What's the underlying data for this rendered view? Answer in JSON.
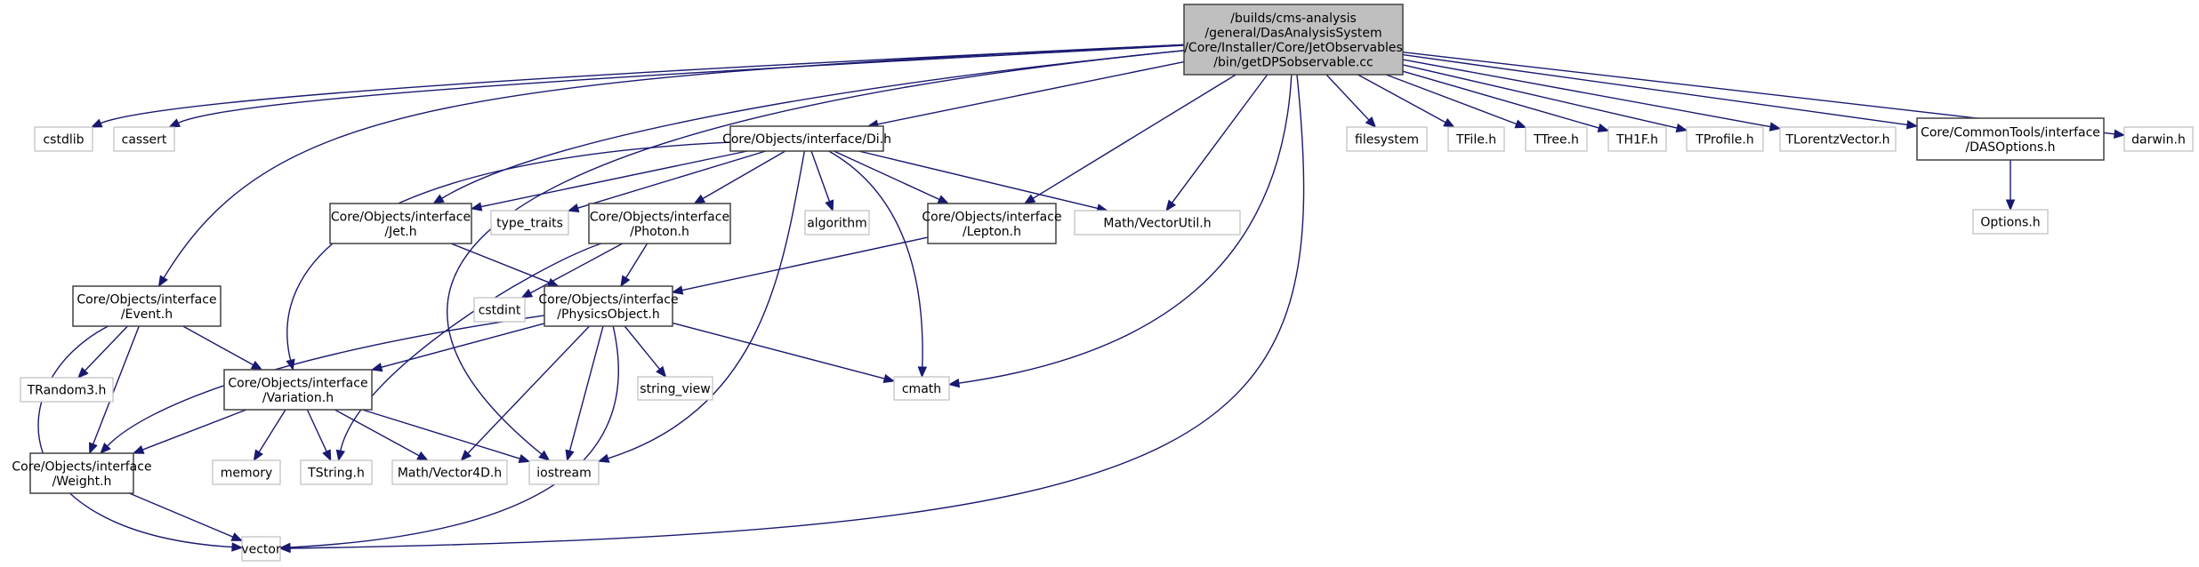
{
  "title": "Include dependency graph for getDPSobservable.cc",
  "colors": {
    "edge": "#191970",
    "root_fill": "#bfbfbf",
    "root_border": "#404040",
    "documented_border": "#404040",
    "external_border": "#bfbfbf",
    "text": "#000000"
  },
  "nodes": [
    {
      "id": "root",
      "kind": "root",
      "lines": [
        "/builds/cms-analysis",
        "/general/DasAnalysisSystem",
        "/Core/Installer/Core/JetObservables",
        "/bin/getDPSobservable.cc"
      ]
    },
    {
      "id": "cstdlib",
      "kind": "external",
      "lines": [
        "cstdlib"
      ]
    },
    {
      "id": "cassert",
      "kind": "external",
      "lines": [
        "cassert"
      ]
    },
    {
      "id": "event",
      "kind": "documented",
      "lines": [
        "Core/Objects/interface",
        "/Event.h"
      ]
    },
    {
      "id": "trandom3",
      "kind": "external",
      "lines": [
        "TRandom3.h"
      ]
    },
    {
      "id": "variation",
      "kind": "documented",
      "lines": [
        "Core/Objects/interface",
        "/Variation.h"
      ]
    },
    {
      "id": "weight",
      "kind": "documented",
      "lines": [
        "Core/Objects/interface",
        "/Weight.h"
      ]
    },
    {
      "id": "vector",
      "kind": "external",
      "lines": [
        "vector"
      ]
    },
    {
      "id": "memory",
      "kind": "external",
      "lines": [
        "memory"
      ]
    },
    {
      "id": "tstring",
      "kind": "external",
      "lines": [
        "TString.h"
      ]
    },
    {
      "id": "vector4d",
      "kind": "external",
      "lines": [
        "Math/Vector4D.h"
      ]
    },
    {
      "id": "iostream",
      "kind": "external",
      "lines": [
        "iostream"
      ]
    },
    {
      "id": "jet",
      "kind": "documented",
      "lines": [
        "Core/Objects/interface",
        "/Jet.h"
      ]
    },
    {
      "id": "type_traits",
      "kind": "external",
      "lines": [
        "type_traits"
      ]
    },
    {
      "id": "photon",
      "kind": "documented",
      "lines": [
        "Core/Objects/interface",
        "/Photon.h"
      ]
    },
    {
      "id": "di",
      "kind": "documented",
      "lines": [
        "Core/Objects/interface/Di.h"
      ]
    },
    {
      "id": "algorithm",
      "kind": "external",
      "lines": [
        "algorithm"
      ]
    },
    {
      "id": "lepton",
      "kind": "documented",
      "lines": [
        "Core/Objects/interface",
        "/Lepton.h"
      ]
    },
    {
      "id": "vectorutil",
      "kind": "external",
      "lines": [
        "Math/VectorUtil.h"
      ]
    },
    {
      "id": "cstdint",
      "kind": "external",
      "lines": [
        "cstdint"
      ]
    },
    {
      "id": "physicsobject",
      "kind": "documented",
      "lines": [
        "Core/Objects/interface",
        "/PhysicsObject.h"
      ]
    },
    {
      "id": "string_view",
      "kind": "external",
      "lines": [
        "string_view"
      ]
    },
    {
      "id": "cmath",
      "kind": "external",
      "lines": [
        "cmath"
      ]
    },
    {
      "id": "filesystem",
      "kind": "external",
      "lines": [
        "filesystem"
      ]
    },
    {
      "id": "tfile",
      "kind": "external",
      "lines": [
        "TFile.h"
      ]
    },
    {
      "id": "ttree",
      "kind": "external",
      "lines": [
        "TTree.h"
      ]
    },
    {
      "id": "th1f",
      "kind": "external",
      "lines": [
        "TH1F.h"
      ]
    },
    {
      "id": "tprofile",
      "kind": "external",
      "lines": [
        "TProfile.h"
      ]
    },
    {
      "id": "tlorentzvector",
      "kind": "external",
      "lines": [
        "TLorentzVector.h"
      ]
    },
    {
      "id": "dasoptions",
      "kind": "documented",
      "lines": [
        "Core/CommonTools/interface",
        "/DASOptions.h"
      ]
    },
    {
      "id": "options",
      "kind": "external",
      "lines": [
        "Options.h"
      ]
    },
    {
      "id": "darwin",
      "kind": "external",
      "lines": [
        "darwin.h"
      ]
    }
  ],
  "edges": [
    {
      "from": "root",
      "to": "cstdlib"
    },
    {
      "from": "root",
      "to": "cassert"
    },
    {
      "from": "root",
      "to": "event"
    },
    {
      "from": "root",
      "to": "iostream"
    },
    {
      "from": "root",
      "to": "jet"
    },
    {
      "from": "root",
      "to": "di"
    },
    {
      "from": "root",
      "to": "lepton"
    },
    {
      "from": "root",
      "to": "vectorutil"
    },
    {
      "from": "root",
      "to": "cmath"
    },
    {
      "from": "root",
      "to": "vector"
    },
    {
      "from": "root",
      "to": "filesystem"
    },
    {
      "from": "root",
      "to": "tfile"
    },
    {
      "from": "root",
      "to": "ttree"
    },
    {
      "from": "root",
      "to": "th1f"
    },
    {
      "from": "root",
      "to": "tprofile"
    },
    {
      "from": "root",
      "to": "tlorentzvector"
    },
    {
      "from": "root",
      "to": "dasoptions"
    },
    {
      "from": "root",
      "to": "darwin"
    },
    {
      "from": "event",
      "to": "trandom3"
    },
    {
      "from": "event",
      "to": "variation"
    },
    {
      "from": "event",
      "to": "weight"
    },
    {
      "from": "event",
      "to": "vector"
    },
    {
      "from": "variation",
      "to": "weight"
    },
    {
      "from": "variation",
      "to": "memory"
    },
    {
      "from": "variation",
      "to": "tstring"
    },
    {
      "from": "variation",
      "to": "vector4d"
    },
    {
      "from": "variation",
      "to": "iostream"
    },
    {
      "from": "weight",
      "to": "vector"
    },
    {
      "from": "di",
      "to": "jet"
    },
    {
      "from": "di",
      "to": "type_traits"
    },
    {
      "from": "di",
      "to": "photon"
    },
    {
      "from": "di",
      "to": "algorithm"
    },
    {
      "from": "di",
      "to": "lepton"
    },
    {
      "from": "di",
      "to": "vectorutil"
    },
    {
      "from": "di",
      "to": "variation"
    },
    {
      "from": "di",
      "to": "iostream"
    },
    {
      "from": "di",
      "to": "cmath"
    },
    {
      "from": "jet",
      "to": "physicsobject"
    },
    {
      "from": "photon",
      "to": "physicsobject"
    },
    {
      "from": "photon",
      "to": "cstdint"
    },
    {
      "from": "photon",
      "to": "tstring"
    },
    {
      "from": "lepton",
      "to": "physicsobject"
    },
    {
      "from": "physicsobject",
      "to": "variation"
    },
    {
      "from": "physicsobject",
      "to": "weight"
    },
    {
      "from": "physicsobject",
      "to": "vector4d"
    },
    {
      "from": "physicsobject",
      "to": "iostream"
    },
    {
      "from": "physicsobject",
      "to": "string_view"
    },
    {
      "from": "physicsobject",
      "to": "cmath"
    },
    {
      "from": "physicsobject",
      "to": "vector"
    },
    {
      "from": "dasoptions",
      "to": "options"
    }
  ]
}
